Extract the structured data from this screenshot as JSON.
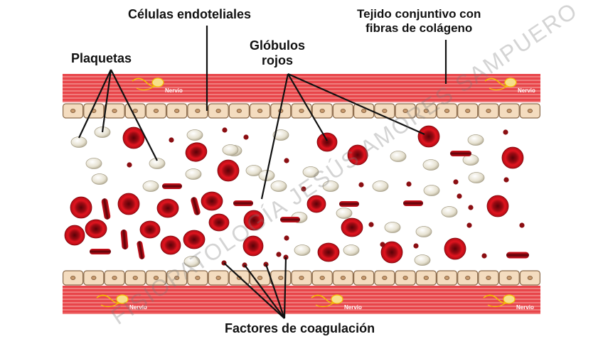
{
  "labels": {
    "endothelial": "Células endoteliales",
    "connective_tissue_line1": "Tejido conjuntivo con",
    "connective_tissue_line2": "fibras de colágeno",
    "platelets": "Plaquetas",
    "red_cells_line1": "Glóbulos",
    "red_cells_line2": "rojos",
    "clotting_factors": "Factores de coagulación"
  },
  "nerve_label": "Nervio",
  "watermark": "FISIOPATOLOGÍA JESÚS AMORES SAMPUERO",
  "colors": {
    "vessel_wall_red": "#e8454a",
    "vessel_wall_stripe": "#f6a6a4",
    "endothelial_cell": "#f4dcbf",
    "endothelial_border": "#8b6a4a",
    "red_blood_cell": "#c8101c",
    "platelet": "#e9e4d4",
    "clotting_factor": "#8b0e12",
    "nerve": "#f3c200"
  }
}
